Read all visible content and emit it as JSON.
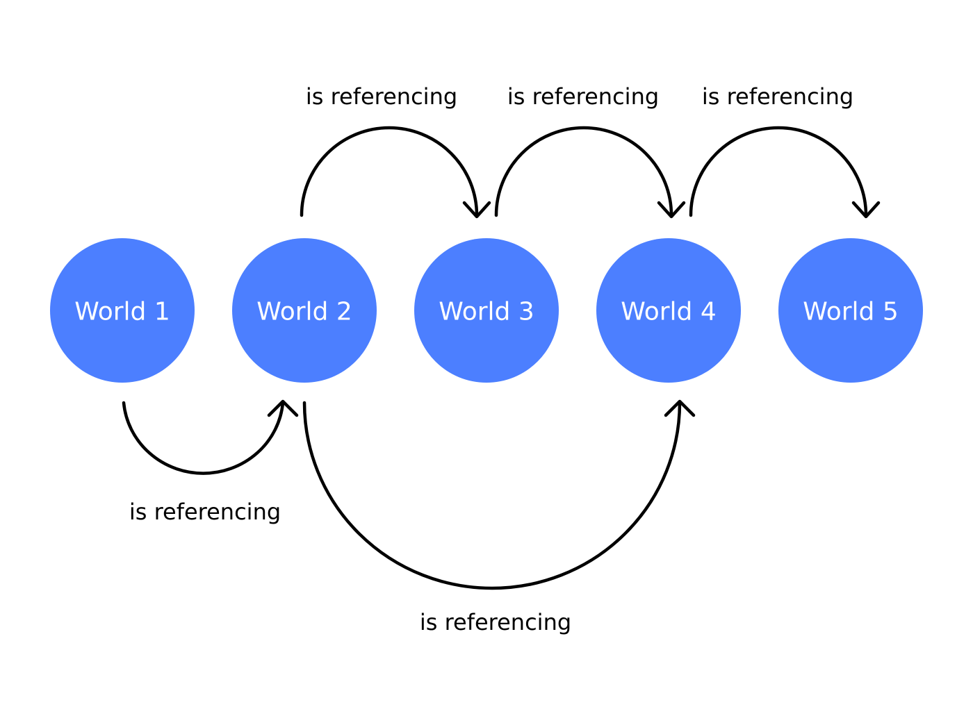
{
  "colors": {
    "node_fill": "#4c7fff",
    "node_text": "#ffffff",
    "edge_stroke": "#000000",
    "background": "#ffffff"
  },
  "nodes": [
    {
      "id": "w1",
      "label": "World 1"
    },
    {
      "id": "w2",
      "label": "World 2"
    },
    {
      "id": "w3",
      "label": "World 3"
    },
    {
      "id": "w4",
      "label": "World 4"
    },
    {
      "id": "w5",
      "label": "World 5"
    }
  ],
  "edges": [
    {
      "from": "w2",
      "to": "w3",
      "label": "is referencing"
    },
    {
      "from": "w3",
      "to": "w4",
      "label": "is referencing"
    },
    {
      "from": "w4",
      "to": "w5",
      "label": "is referencing"
    },
    {
      "from": "w1",
      "to": "w2",
      "label": "is referencing"
    },
    {
      "from": "w2",
      "to": "w4",
      "label": "is referencing"
    }
  ]
}
